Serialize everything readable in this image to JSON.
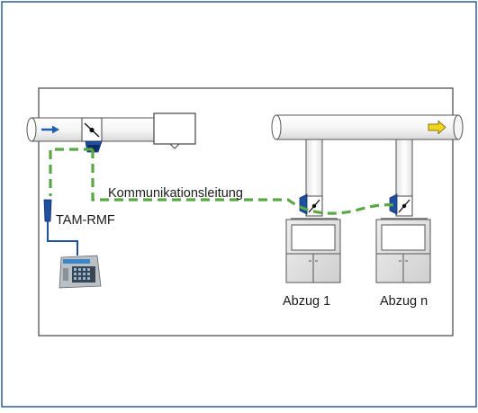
{
  "labels": {
    "communication_line": "Kommunikationsleitung",
    "controller": "TAM-RMF",
    "fume_hood_1": "Abzug 1",
    "fume_hood_n": "Abzug n"
  },
  "colors": {
    "frame_border": "#2e5f96",
    "dashed_line": "#5aa845",
    "device_blue": "#1e4fa0",
    "device_dark": "#0d2c66",
    "supply_arrow": "#1e5fb4",
    "exhaust_arrow": "#f2d51b",
    "duct_fill": "#ffffff",
    "duct_stroke": "#555555",
    "cabinet_fill": "#dedede"
  },
  "icons": {
    "supply_direction": "arrow-right-icon",
    "exhaust_direction": "arrow-right-icon",
    "damper": "damper-icon",
    "panel": "control-panel-icon"
  }
}
